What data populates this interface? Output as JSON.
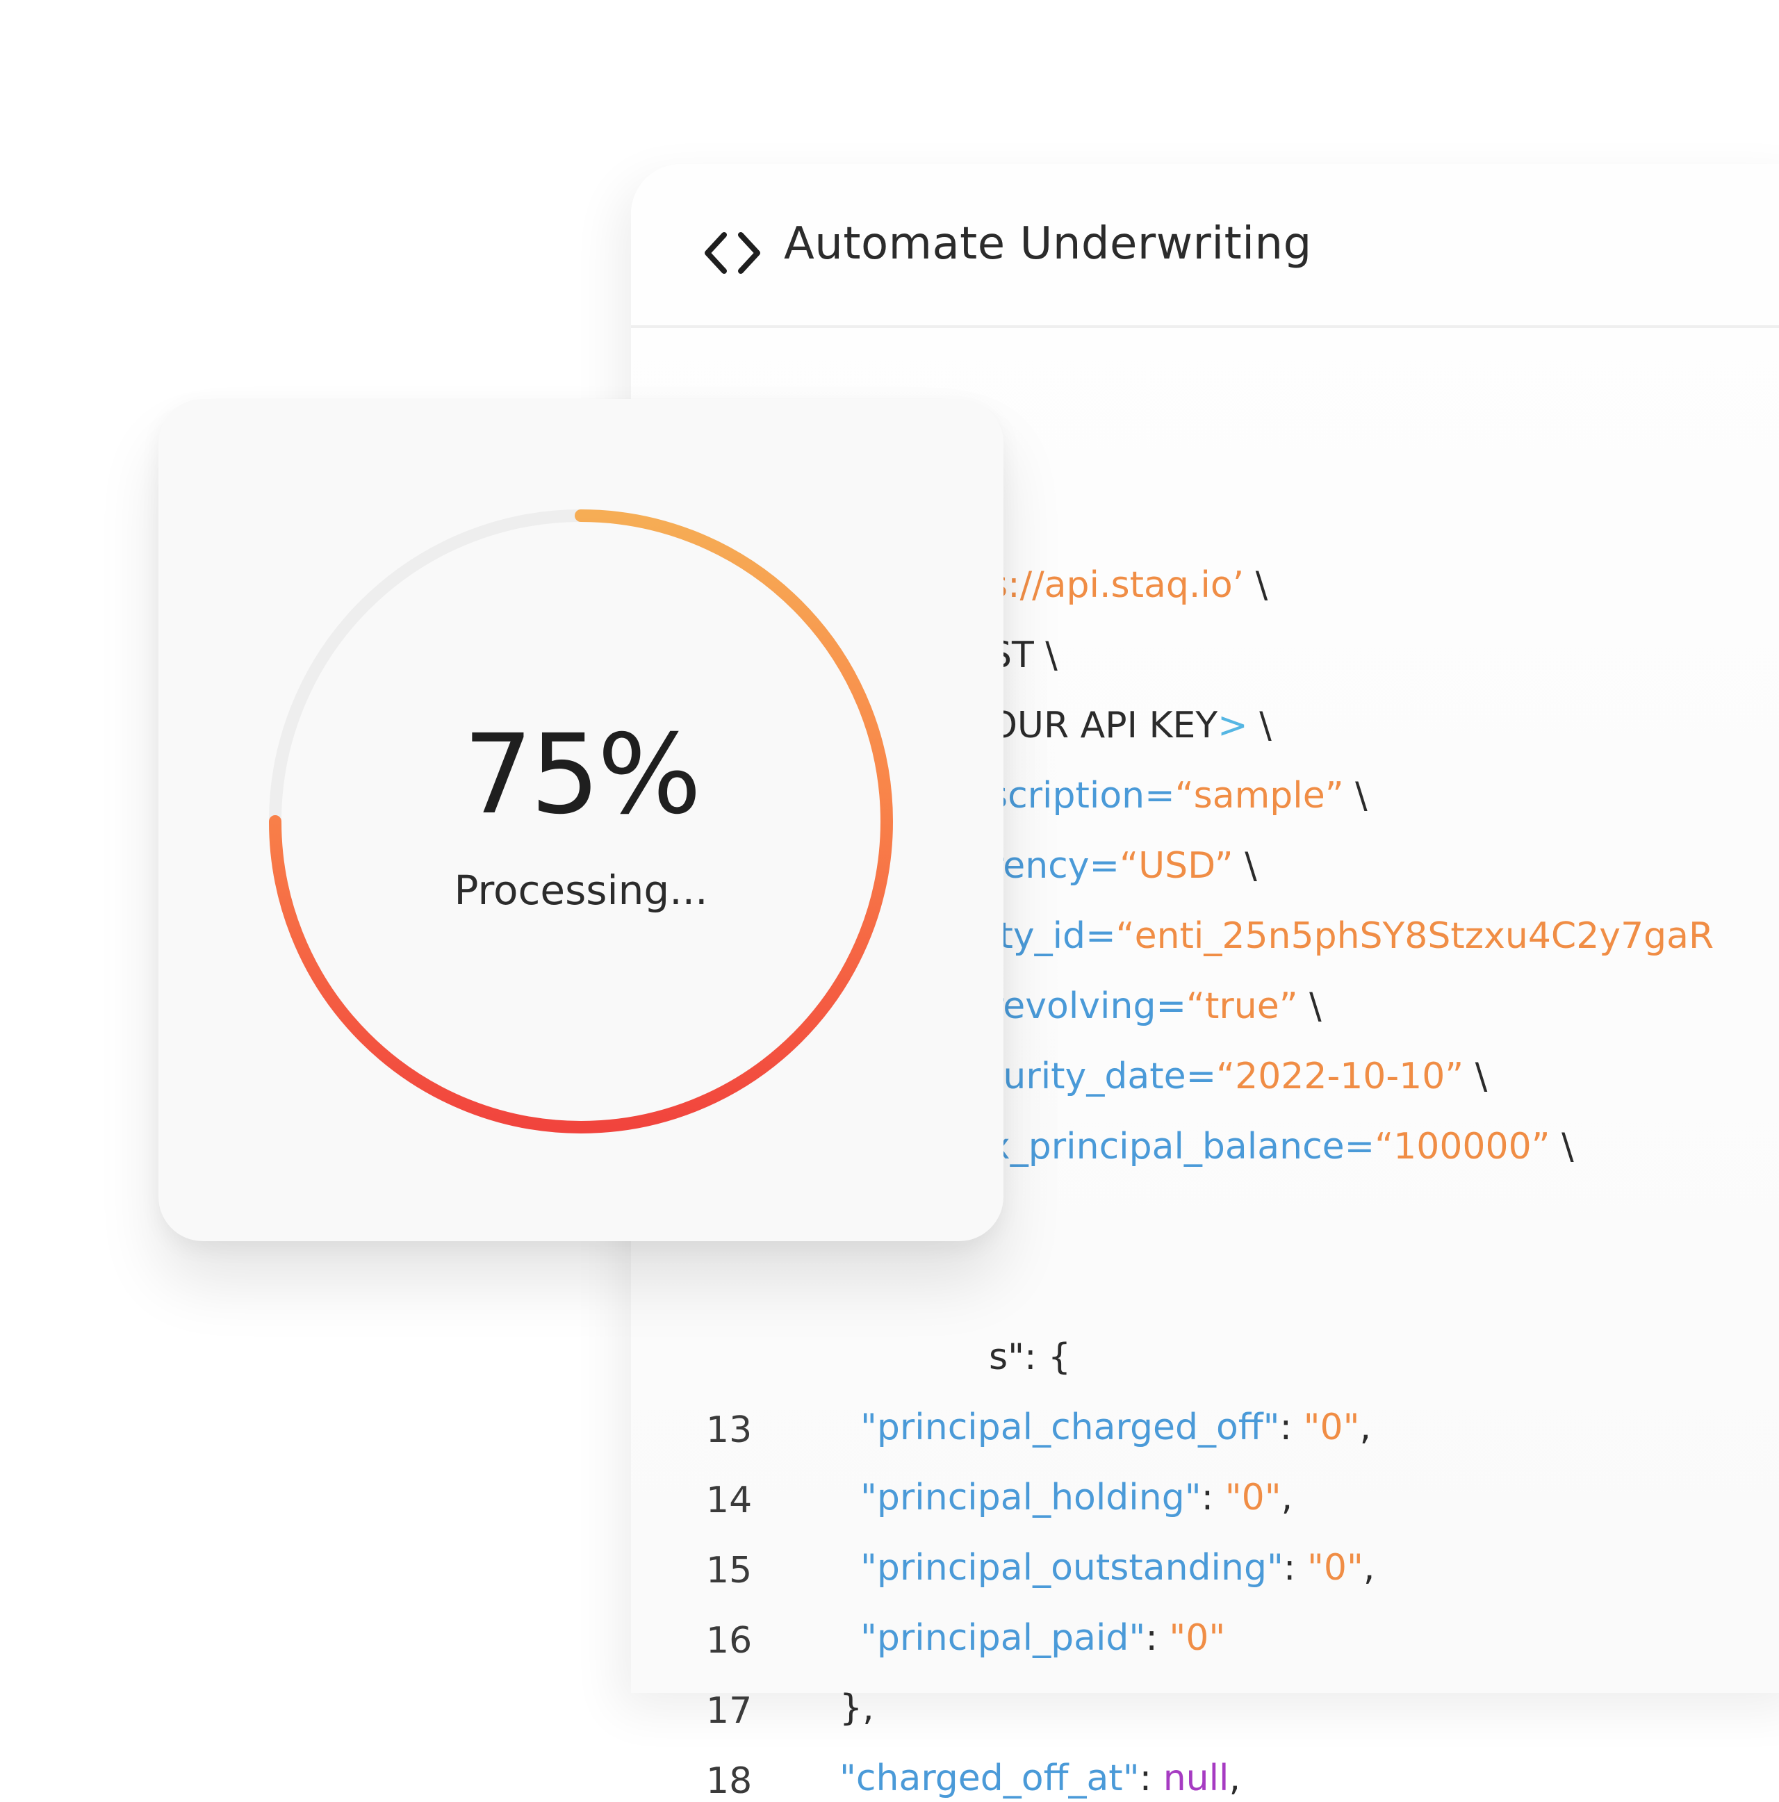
{
  "code_panel": {
    "title": "Automate Underwriting",
    "icon": "code-brackets-icon",
    "lines": [
      {
        "num": "",
        "parts": [
          {
            "t": "s://api.staq.io’",
            "c": "o"
          },
          {
            "t": "  \\",
            "c": "k"
          }
        ]
      },
      {
        "num": "",
        "parts": [
          {
            "t": "ST  \\",
            "c": "k"
          }
        ]
      },
      {
        "num": "",
        "parts": [
          {
            "t": "OUR API KEY",
            "c": "k"
          },
          {
            "t": ">",
            "c": "c"
          },
          {
            "t": "  \\",
            "c": "k"
          }
        ]
      },
      {
        "num": "",
        "parts": [
          {
            "t": "scription=",
            "c": "b"
          },
          {
            "t": "“sample”",
            "c": "o"
          },
          {
            "t": "  \\",
            "c": "k"
          }
        ]
      },
      {
        "num": "",
        "parts": [
          {
            "t": "rency=",
            "c": "b"
          },
          {
            "t": "“USD”",
            "c": "o"
          },
          {
            "t": "  \\",
            "c": "k"
          }
        ]
      },
      {
        "num": "",
        "parts": [
          {
            "t": "ity_id=",
            "c": "b"
          },
          {
            "t": "“enti_25n5phSY8Stzxu4C2y7gaR",
            "c": "o"
          }
        ]
      },
      {
        "num": "",
        "parts": [
          {
            "t": "revolving=",
            "c": "b"
          },
          {
            "t": "“true”",
            "c": "o"
          },
          {
            "t": "  \\",
            "c": "k"
          }
        ]
      },
      {
        "num": "",
        "parts": [
          {
            "t": "turity_date=",
            "c": "b"
          },
          {
            "t": "“2022-10-10”",
            "c": "o"
          },
          {
            "t": "  \\",
            "c": "k"
          }
        ]
      },
      {
        "num": "",
        "parts": [
          {
            "t": "x_principal_balance=",
            "c": "b"
          },
          {
            "t": "“100000”",
            "c": "o"
          },
          {
            "t": "  \\",
            "c": "k"
          }
        ]
      },
      {
        "num": "",
        "parts": []
      },
      {
        "num": "",
        "parts": []
      },
      {
        "num": "",
        "parts": [
          {
            "t": "s\": {",
            "c": "k"
          }
        ]
      },
      {
        "num": "13",
        "parts": [
          {
            "t": "\"principal_charged_off\"",
            "c": "b"
          },
          {
            "t": ": ",
            "c": "k"
          },
          {
            "t": "\"0\"",
            "c": "o"
          },
          {
            "t": ",",
            "c": "k"
          }
        ]
      },
      {
        "num": "14",
        "parts": [
          {
            "t": "\"principal_holding\"",
            "c": "b"
          },
          {
            "t": ": ",
            "c": "k"
          },
          {
            "t": "\"0\"",
            "c": "o"
          },
          {
            "t": ",",
            "c": "k"
          }
        ]
      },
      {
        "num": "15",
        "parts": [
          {
            "t": "\"principal_outstanding\"",
            "c": "b"
          },
          {
            "t": ": ",
            "c": "k"
          },
          {
            "t": "\"0\"",
            "c": "o"
          },
          {
            "t": ",",
            "c": "k"
          }
        ]
      },
      {
        "num": "16",
        "parts": [
          {
            "t": "\"principal_paid\"",
            "c": "b"
          },
          {
            "t": ": ",
            "c": "k"
          },
          {
            "t": "\"0\"",
            "c": "o"
          }
        ]
      },
      {
        "num": "17",
        "parts": [
          {
            "t": "},",
            "c": "k"
          }
        ]
      },
      {
        "num": "18",
        "parts": [
          {
            "t": "\"charged_off_at\"",
            "c": "b"
          },
          {
            "t": ": ",
            "c": "k"
          },
          {
            "t": "null",
            "c": "p"
          },
          {
            "t": ",",
            "c": "k"
          }
        ]
      }
    ]
  },
  "progress": {
    "percent_label": "75%",
    "status": "Processing...",
    "value": 0.75
  },
  "colors": {
    "accent_start": "#f6ad55",
    "accent_mid": "#f9854a",
    "accent_end": "#f1443d",
    "track": "#eeeeee",
    "code_orange": "#f08d45",
    "code_blue": "#4a9ad8",
    "code_purple": "#a63bc2"
  }
}
